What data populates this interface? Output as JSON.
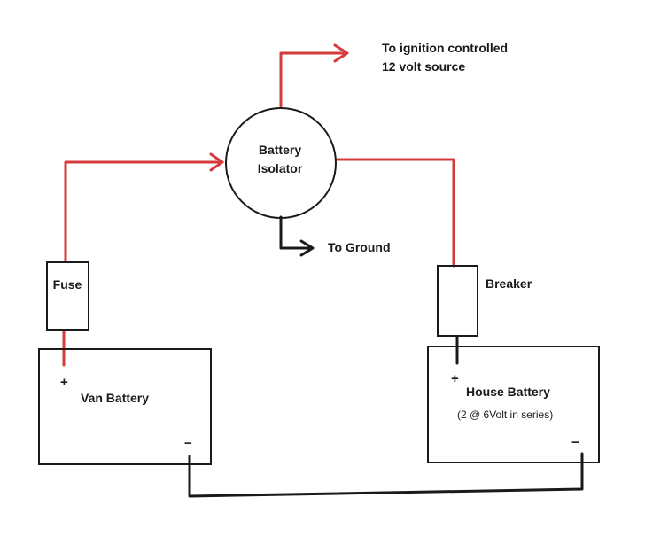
{
  "colors": {
    "positive_wire": "#d63b3b",
    "ground_wire": "#1a1a1a",
    "component_outline": "#1a1a1a",
    "background": "#ffffff"
  },
  "labels": {
    "ignition_line1": "To ignition controlled",
    "ignition_line2": "12 volt source",
    "isolator_line1": "Battery",
    "isolator_line2": "Isolator",
    "to_ground": "To Ground",
    "fuse": "Fuse",
    "breaker": "Breaker",
    "van_battery": "Van Battery",
    "house_battery": "House Battery",
    "house_battery_note": "(2 @ 6Volt in series)",
    "van_plus": "+",
    "van_minus": "−",
    "house_plus": "+",
    "house_minus": "−"
  }
}
